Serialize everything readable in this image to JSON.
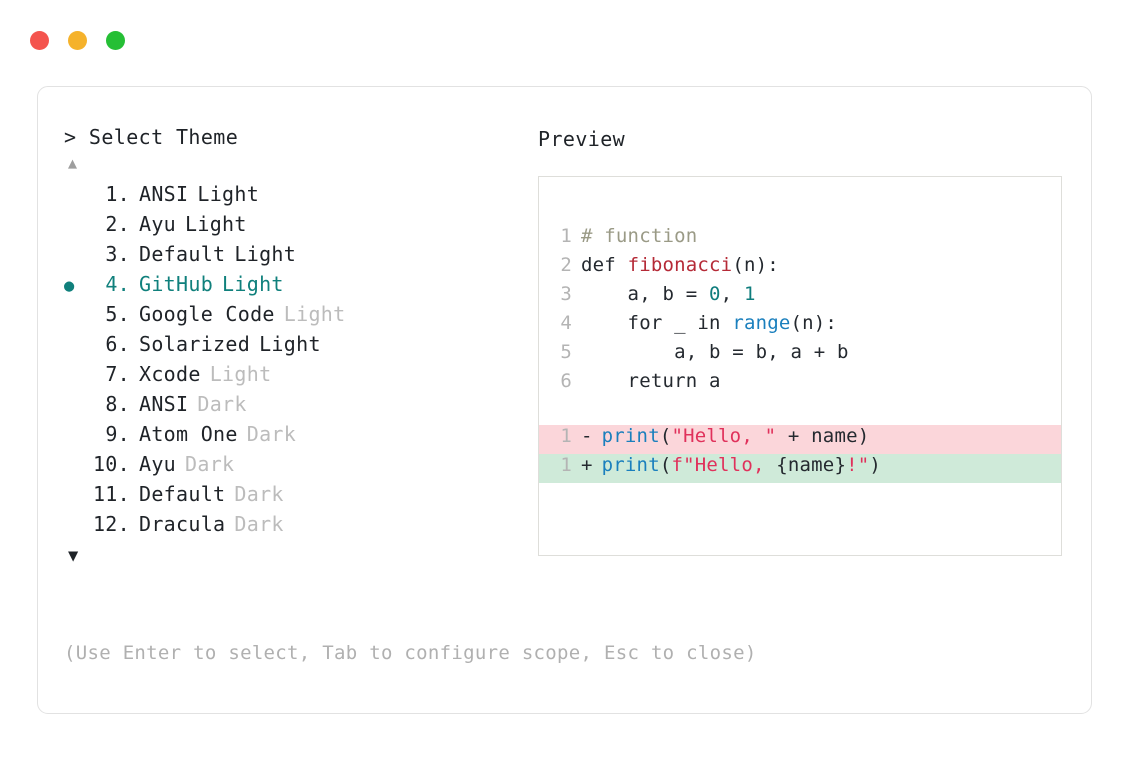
{
  "window": {
    "controls": [
      {
        "name": "close",
        "color": "#f4544e"
      },
      {
        "name": "minimize",
        "color": "#f5b22b"
      },
      {
        "name": "maximize",
        "color": "#25bf35"
      }
    ]
  },
  "selector": {
    "prompt": "> Select Theme",
    "scroll_up_glyph": "▲",
    "scroll_down_glyph": "▼",
    "selected_bullet": "●",
    "selected_index": 4,
    "items": [
      {
        "index": "1.",
        "name": "ANSI",
        "variant": "Light",
        "variant_muted": false,
        "selected": false,
        "bullet": ""
      },
      {
        "index": "2.",
        "name": "Ayu",
        "variant": "Light",
        "variant_muted": false,
        "selected": false,
        "bullet": ""
      },
      {
        "index": "3.",
        "name": "Default",
        "variant": "Light",
        "variant_muted": false,
        "selected": false,
        "bullet": ""
      },
      {
        "index": "4.",
        "name": "GitHub",
        "variant": "Light",
        "variant_muted": false,
        "selected": true,
        "bullet": "●"
      },
      {
        "index": "5.",
        "name": "Google Code",
        "variant": "Light",
        "variant_muted": true,
        "selected": false,
        "bullet": ""
      },
      {
        "index": "6.",
        "name": "Solarized",
        "variant": "Light",
        "variant_muted": false,
        "selected": false,
        "bullet": ""
      },
      {
        "index": "7.",
        "name": "Xcode",
        "variant": "Light",
        "variant_muted": true,
        "selected": false,
        "bullet": ""
      },
      {
        "index": "8.",
        "name": "ANSI",
        "variant": "Dark",
        "variant_muted": true,
        "selected": false,
        "bullet": ""
      },
      {
        "index": "9.",
        "name": "Atom One",
        "variant": "Dark",
        "variant_muted": true,
        "selected": false,
        "bullet": ""
      },
      {
        "index": "10.",
        "name": "Ayu",
        "variant": "Dark",
        "variant_muted": true,
        "selected": false,
        "bullet": ""
      },
      {
        "index": "11.",
        "name": "Default",
        "variant": "Dark",
        "variant_muted": true,
        "selected": false,
        "bullet": ""
      },
      {
        "index": "12.",
        "name": "Dracula",
        "variant": "Dark",
        "variant_muted": true,
        "selected": false,
        "bullet": ""
      }
    ]
  },
  "footer": {
    "hint": "(Use Enter to select, Tab to configure scope, Esc to close)"
  },
  "preview": {
    "label": "Preview",
    "code_lines": [
      {
        "ln": "1",
        "tokens": [
          {
            "t": "# function",
            "c": "comment"
          }
        ]
      },
      {
        "ln": "2",
        "tokens": [
          {
            "t": "def ",
            "c": "keyword"
          },
          {
            "t": "fibonacci",
            "c": "func"
          },
          {
            "t": "(n):",
            "c": "plain"
          }
        ]
      },
      {
        "ln": "3",
        "tokens": [
          {
            "t": "    a, b = ",
            "c": "plain"
          },
          {
            "t": "0",
            "c": "number"
          },
          {
            "t": ", ",
            "c": "plain"
          },
          {
            "t": "1",
            "c": "number"
          }
        ]
      },
      {
        "ln": "4",
        "tokens": [
          {
            "t": "    for _ in ",
            "c": "plain"
          },
          {
            "t": "range",
            "c": "builtin"
          },
          {
            "t": "(n):",
            "c": "plain"
          }
        ]
      },
      {
        "ln": "5",
        "tokens": [
          {
            "t": "        a, b = b, a + b",
            "c": "plain"
          }
        ]
      },
      {
        "ln": "6",
        "tokens": [
          {
            "t": "    return a",
            "c": "plain"
          }
        ]
      }
    ],
    "diff_lines": [
      {
        "ln": "1",
        "sign": "-",
        "kind": "remove",
        "tokens": [
          {
            "t": "print",
            "c": "builtin"
          },
          {
            "t": "(",
            "c": "plain"
          },
          {
            "t": "\"Hello, \"",
            "c": "string"
          },
          {
            "t": " + name)",
            "c": "plain"
          }
        ]
      },
      {
        "ln": "1",
        "sign": "+",
        "kind": "add",
        "tokens": [
          {
            "t": "print",
            "c": "builtin"
          },
          {
            "t": "(",
            "c": "plain"
          },
          {
            "t": "f\"Hello, ",
            "c": "string"
          },
          {
            "t": "{name}",
            "c": "plain"
          },
          {
            "t": "!\"",
            "c": "string"
          },
          {
            "t": ")",
            "c": "plain"
          }
        ]
      }
    ]
  },
  "colors": {
    "accent_teal": "#10807c",
    "diff_remove_bg": "#fbd6da",
    "diff_add_bg": "#cfead9",
    "border": "#e2e2e2",
    "muted_text": "#bcbcbc"
  }
}
